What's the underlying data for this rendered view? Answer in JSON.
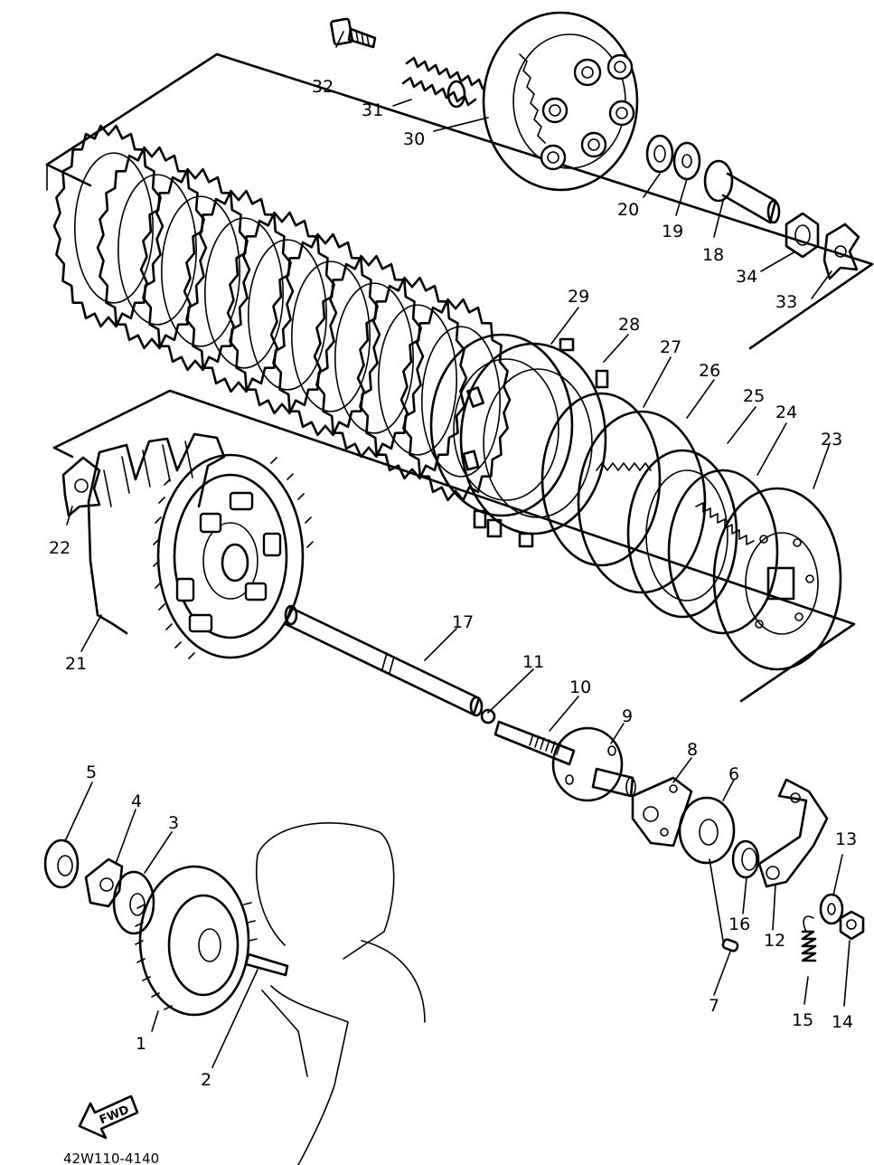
{
  "diagram": {
    "footer_code": "42W110-4140",
    "fwd_arrow_label": "FWD",
    "part_numbers": [
      "1",
      "2",
      "3",
      "4",
      "5",
      "6",
      "7",
      "8",
      "9",
      "10",
      "11",
      "12",
      "13",
      "14",
      "15",
      "16",
      "17",
      "18",
      "19",
      "20",
      "21",
      "22",
      "23",
      "24",
      "25",
      "26",
      "27",
      "28",
      "29",
      "30",
      "31",
      "32",
      "33",
      "34"
    ]
  }
}
